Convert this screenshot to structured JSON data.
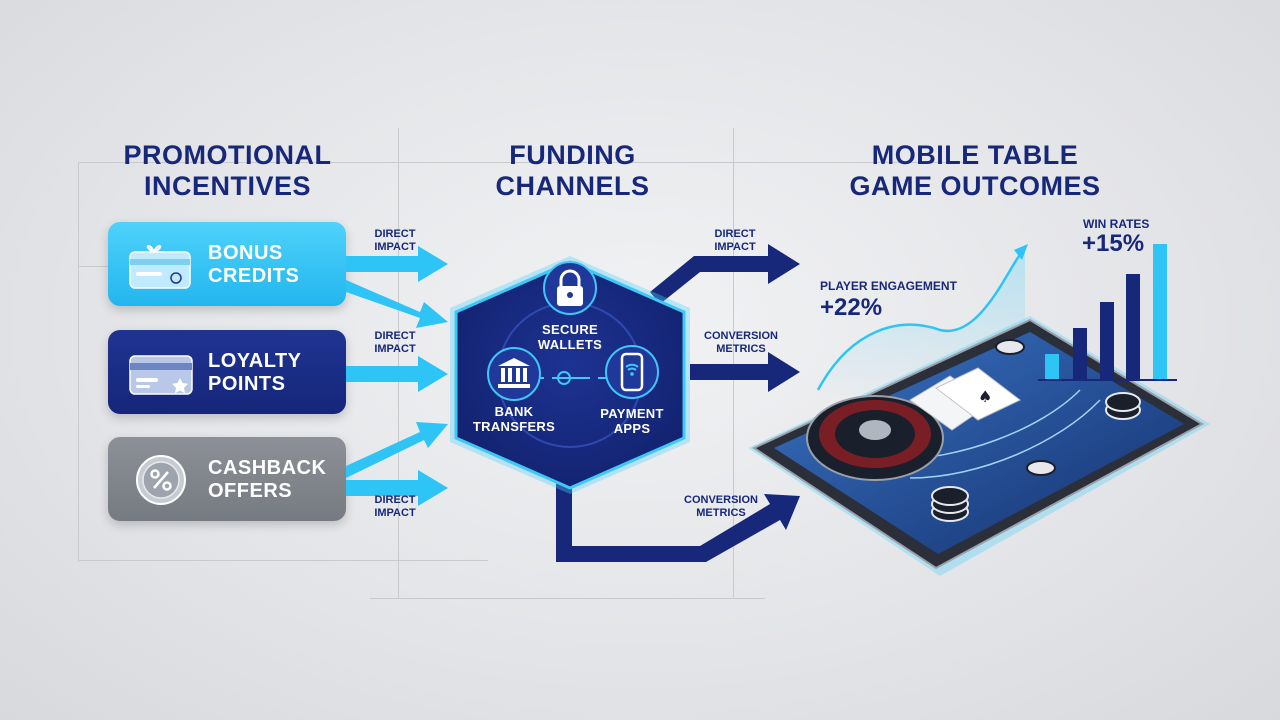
{
  "columns": {
    "promotional": [
      "PROMOTIONAL",
      "INCENTIVES"
    ],
    "funding": [
      "FUNDING",
      "CHANNELS"
    ],
    "outcomes": [
      "MOBILE TABLE",
      "GAME OUTCOMES"
    ]
  },
  "incentives": [
    {
      "line1": "BONUS",
      "line2": "CREDITS",
      "icon": "gift-card-icon",
      "color": "#22b6ee"
    },
    {
      "line1": "LOYALTY",
      "line2": "POINTS",
      "icon": "loyalty-card-icon",
      "color": "#15267a"
    },
    {
      "line1": "CASHBACK",
      "line2": "OFFERS",
      "icon": "percent-coin-icon",
      "color": "#7e8289"
    }
  ],
  "flow_labels": {
    "impact_1": [
      "DIRECT",
      "IMPACT"
    ],
    "impact_2": [
      "DIRECT",
      "IMPACT"
    ],
    "impact_3": [
      "DIRECT",
      "IMPACT"
    ],
    "impact_out": [
      "DIRECT",
      "IMPACT"
    ],
    "conversion_1": [
      "CONVERSION",
      "METRICS"
    ],
    "conversion_2": [
      "CONVERSION",
      "METRICS"
    ]
  },
  "funding": {
    "secure": [
      "SECURE",
      "WALLETS"
    ],
    "bank": [
      "BANK",
      "TRANSFERS"
    ],
    "payment": [
      "PAYMENT",
      "APPS"
    ]
  },
  "outcomes": {
    "engagement_label": "PLAYER ENGAGEMENT",
    "engagement_value": "+22%",
    "win_label": "WIN RATES",
    "win_value": "+15%"
  },
  "colors": {
    "navy": "#17287a",
    "cyan": "#2ec4f5",
    "gray": "#7e8289"
  }
}
